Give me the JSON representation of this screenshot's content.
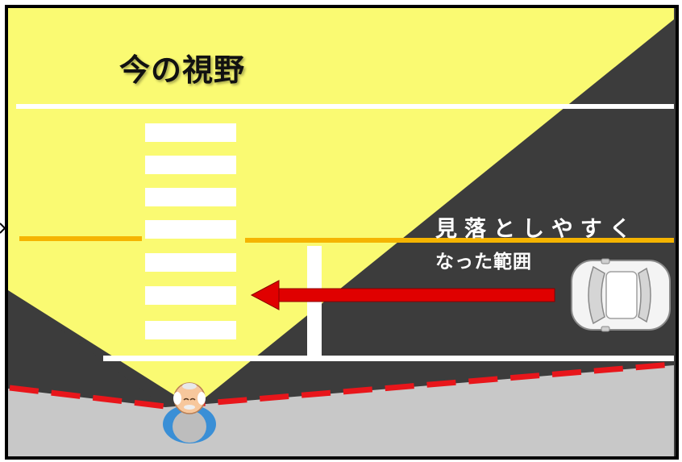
{
  "diagram": {
    "title": "今の視野",
    "label_line1": "見落としやすく",
    "label_line2": "なった範囲",
    "colors": {
      "field_of_view": "#fafa72",
      "road": "#3c3c3c",
      "sidewalk": "#c8c8c8",
      "lane_line": "#ffffff",
      "center_line": "#f5b400",
      "arrow": "#e00000",
      "boundary_dash": "#e8161b"
    },
    "icons": {
      "viewer": "elderly-person-icon",
      "vehicle": "white-car-icon",
      "direction": "left-arrow-icon"
    }
  }
}
